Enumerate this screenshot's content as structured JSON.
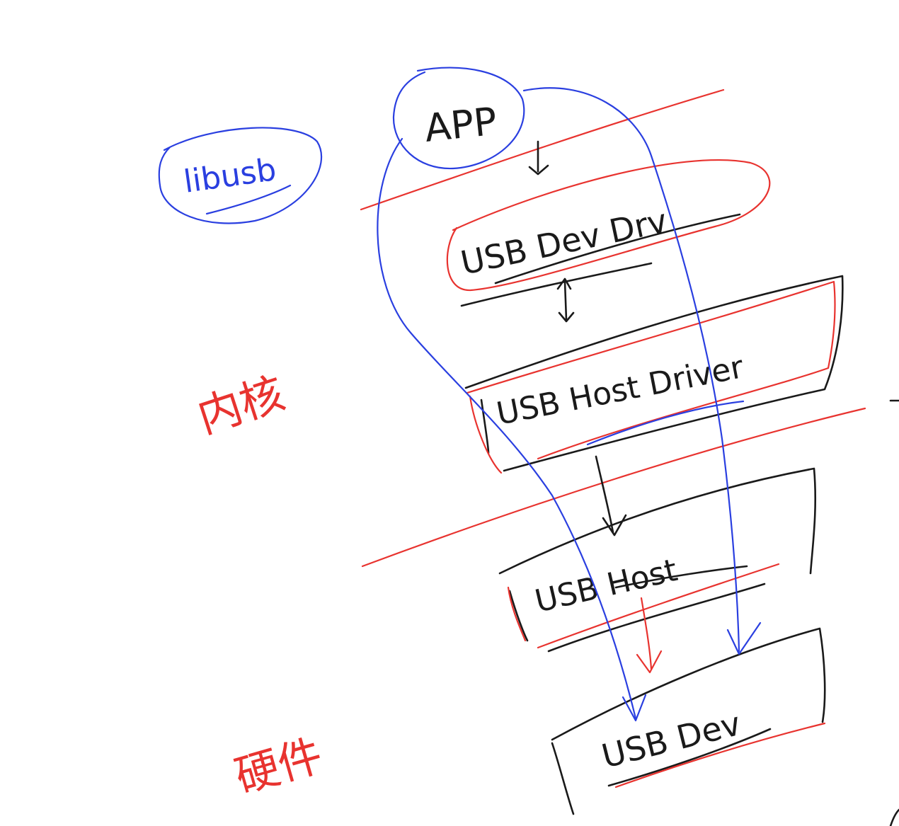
{
  "colors": {
    "ink_black": "#1a1a1a",
    "ink_red": "#e8332f",
    "ink_blue": "#2a3fe0",
    "background": "#ffffff"
  },
  "nodes": {
    "app": {
      "label": "APP"
    },
    "libusb": {
      "label": "libusb"
    },
    "usb_dev_drv": {
      "label": "USB Dev Drv"
    },
    "usb_host_driver": {
      "label": "USB Host Driver"
    },
    "usb_host": {
      "label": "USB Host"
    },
    "usb_dev": {
      "label": "USB Dev"
    }
  },
  "layers": {
    "kernel": {
      "label": "内核"
    },
    "hardware": {
      "label": "硬件"
    }
  }
}
